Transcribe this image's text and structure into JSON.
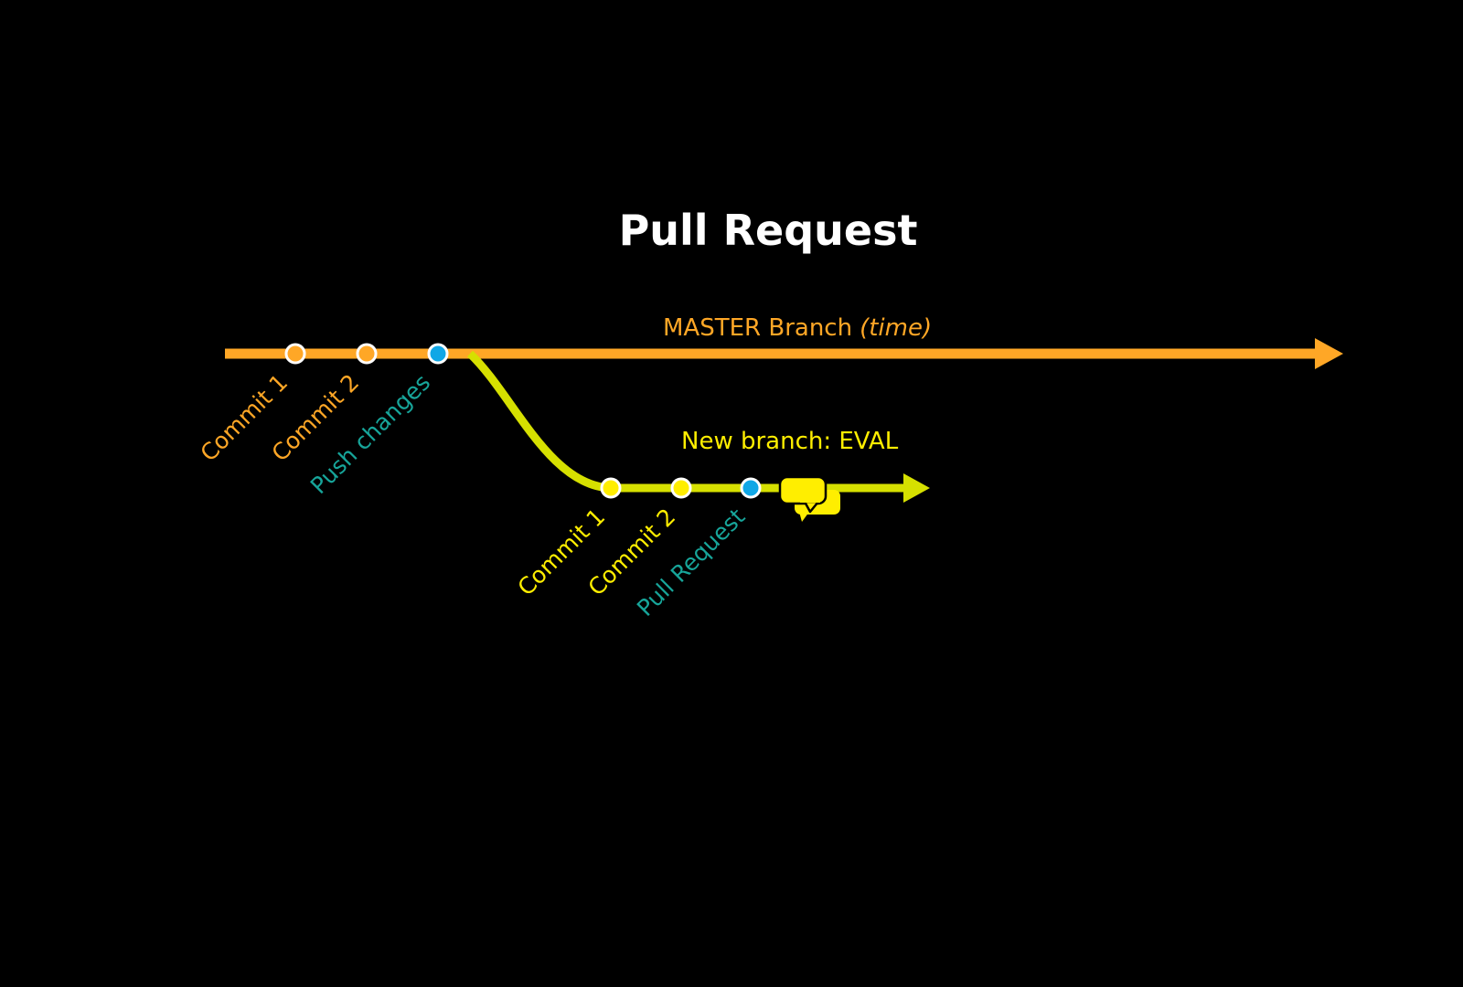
{
  "title": "Pull Request",
  "colors": {
    "background": "#000000",
    "title": "#ffffff",
    "master": "#FFA726",
    "branch": "#D6E000",
    "branch_text": "#FFEE00",
    "action_text": "#17A59A",
    "action_dot": "#10A7E6",
    "dot_border": "#ffffff",
    "chat_icon": "#FFEE00"
  },
  "master_branch": {
    "label": "MASTER Branch",
    "label_suffix": "(time)",
    "commits": [
      {
        "label": "Commit 1",
        "kind": "commit"
      },
      {
        "label": "Commit 2",
        "kind": "commit"
      },
      {
        "label": "Push changes",
        "kind": "action"
      }
    ]
  },
  "feature_branch": {
    "label": "New branch: EVAL",
    "commits": [
      {
        "label": "Commit 1",
        "kind": "commit"
      },
      {
        "label": "Commit 2",
        "kind": "commit"
      },
      {
        "label": "Pull Request",
        "kind": "action"
      }
    ],
    "end_icon": "chat-bubbles-icon"
  }
}
